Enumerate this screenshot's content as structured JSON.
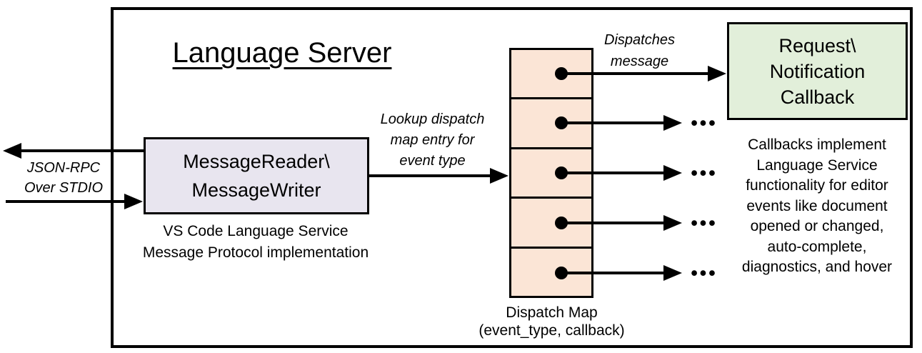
{
  "diagram": {
    "title": "Language Server",
    "colors": {
      "message_box_fill": "#e8e5ef",
      "dispatch_map_fill": "#fbe5d6",
      "callback_box_fill": "#e2efda",
      "line_color": "#000000",
      "background": "#ffffff"
    },
    "stdio_channel": {
      "label": "JSON-RPC\nOver STDIO"
    },
    "message_box": {
      "label": "MessageReader\\\nMessageWriter",
      "caption": "VS Code Language Service\nMessage Protocol implementation"
    },
    "lookup_annotation": "Lookup dispatch\nmap entry for\nevent type",
    "dispatch_annotation": "Dispatches\nmessage",
    "dispatch_map": {
      "cell_count": 5,
      "caption": "Dispatch Map\n(event_type, callback)"
    },
    "callback_box": {
      "label": "Request\\\nNotification\nCallback",
      "caption": "Callbacks implement\nLanguage Service\nfunctionality for editor\nevents like document\nopened or changed,\nauto-complete,\ndiagnostics, and hover"
    },
    "ellipsis": "•••"
  }
}
